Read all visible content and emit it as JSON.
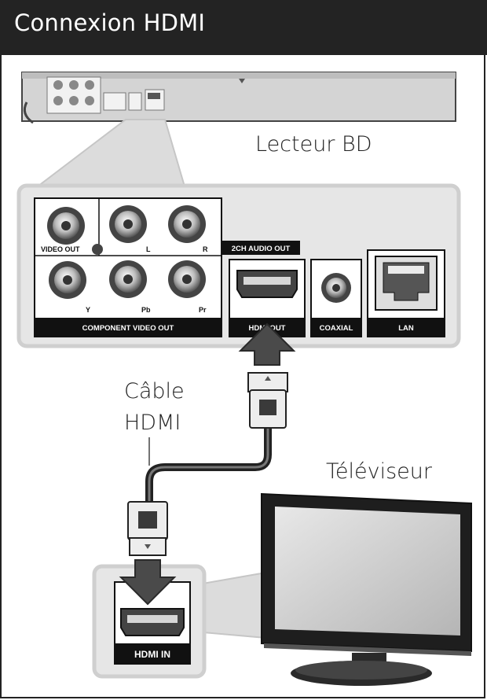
{
  "header": {
    "title": "Connexion HDMI"
  },
  "labels": {
    "player": "Lecteur BD",
    "cable_line1": "Câble",
    "cable_line2": "HDMI",
    "tv": "Téléviseur"
  },
  "panel": {
    "video_out": "VIDEO OUT",
    "audio_l": "L",
    "audio_r": "R",
    "audio_out": "2CH AUDIO OUT",
    "comp_y": "Y",
    "comp_pb": "Pb",
    "comp_pr": "Pr",
    "component_out": "COMPONENT VIDEO OUT",
    "hdmi_out": "HDMI OUT",
    "coaxial": "COAXIAL",
    "lan": "LAN"
  },
  "tv_panel": {
    "hdmi_in": "HDMI IN"
  },
  "colors": {
    "header_bg": "#232323",
    "panel_fill": "#e6e6e6",
    "panel_border": "#cfcfcf",
    "cable": "#222222",
    "arrow": "#4a4a4a"
  }
}
